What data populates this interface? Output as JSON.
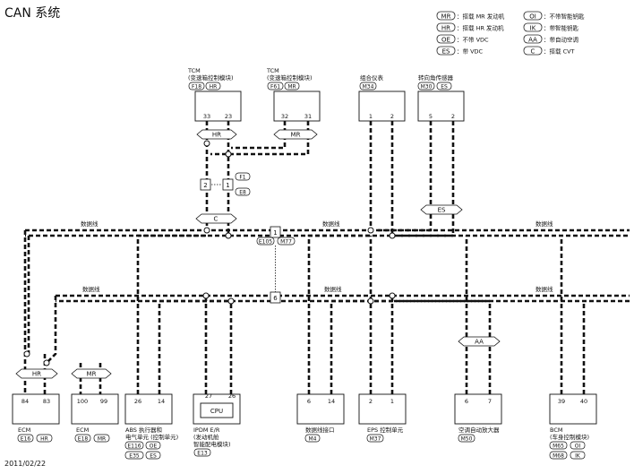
{
  "title": "CAN 系统",
  "date": "2011/02/22",
  "legend": [
    {
      "code": "MR",
      "text": "：搭载 MR 发动机"
    },
    {
      "code": "HR",
      "text": "：搭载 HR 发动机"
    },
    {
      "code": "OE",
      "text": "：不带 VDC"
    },
    {
      "code": "ES",
      "text": "：带 VDC"
    },
    {
      "code": "OI",
      "text": "：不带智能钥匙"
    },
    {
      "code": "IK",
      "text": "：带智能钥匙"
    },
    {
      "code": "AA",
      "text": "：带自动空调"
    },
    {
      "code": "C",
      "text": "：搭载 CVT"
    }
  ],
  "wire_label": "数据线",
  "modules": {
    "tcm_hr": {
      "name": "TCM",
      "sub": "(变速箱控制模块)",
      "connector": "F18",
      "variant": "HR",
      "pins": [
        "33",
        "23"
      ]
    },
    "tcm_mr": {
      "name": "TCM",
      "sub": "(变速箱控制模块)",
      "connector": "F61",
      "variant": "MR",
      "pins": [
        "32",
        "31"
      ]
    },
    "combimeter": {
      "name": "组合仪表",
      "connector": "M34",
      "pins": [
        "1",
        "2"
      ]
    },
    "steering_sensor": {
      "name": "转向角传感器",
      "connector": "M30",
      "variant": "ES",
      "pins": [
        "5",
        "2"
      ]
    },
    "ecm_hr": {
      "name": "ECM",
      "connector": "E16",
      "variant": "HR",
      "pins": [
        "84",
        "83"
      ]
    },
    "ecm_mr": {
      "name": "ECM",
      "connector": "E18",
      "variant": "MR",
      "pins": [
        "100",
        "99"
      ]
    },
    "abs": {
      "name": "ABS 执行器和",
      "name2": "电气单元 (控制单元)",
      "connectors": [
        {
          "c": "E116",
          "v": "OE"
        },
        {
          "c": "E35",
          "v": "ES"
        }
      ],
      "pins": [
        "26",
        "14"
      ]
    },
    "ipdm": {
      "name": "IPDM E/R",
      "name2": "(发动机舱",
      "name3": "智能配电模块)",
      "connector": "E13",
      "cpu": "CPU",
      "pins": [
        "27",
        "26"
      ]
    },
    "dlc": {
      "name": "数据线接口",
      "connector": "M4",
      "pins": [
        "6",
        "14"
      ]
    },
    "eps": {
      "name": "EPS 控制单元",
      "connector": "M37",
      "pins": [
        "2",
        "1"
      ]
    },
    "ac_amp": {
      "name": "空调自动放大器",
      "connector": "M50",
      "pins": [
        "6",
        "7"
      ]
    },
    "bcm": {
      "name": "BCM",
      "name2": "(车身控制模块)",
      "connectors": [
        {
          "c": "M65",
          "v": "OI"
        },
        {
          "c": "M68",
          "v": "IK"
        }
      ],
      "pins": [
        "39",
        "40"
      ]
    }
  },
  "joints": {
    "f_left": "2",
    "f_right": "1",
    "f1": "F1",
    "e8": "E8",
    "j_top": "1",
    "e105": "E105",
    "m77": "M77",
    "j_bottom": "6"
  },
  "variant_tags": {
    "tcm_hr": "HR",
    "tcm_mr": "MR",
    "cvt": "C",
    "es": "ES",
    "aa": "AA",
    "ecm_hr": "HR",
    "ecm_mr": "MR"
  }
}
